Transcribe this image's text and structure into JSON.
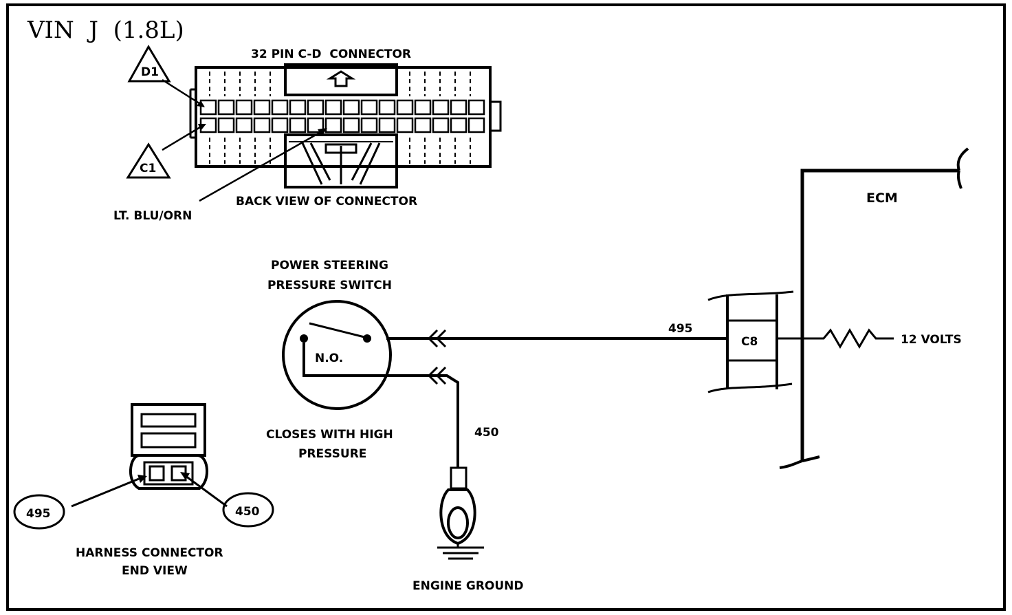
{
  "title": "VIN  J  (1.8L)",
  "connector": {
    "name": "32 PIN C-D  CONNECTOR",
    "back_view": "BACK VIEW OF CONNECTOR",
    "pin_d1": "D1",
    "pin_c1": "C1",
    "wire_color": "LT. BLU/ORN"
  },
  "ecm": {
    "label": "ECM",
    "pin": "C8",
    "supply": "12 VOLTS"
  },
  "switch": {
    "name_line1": "POWER STEERING",
    "name_line2": "PRESSURE SWITCH",
    "state": "N.O.",
    "note_line1": "CLOSES WITH HIGH",
    "note_line2": "PRESSURE"
  },
  "circuits": {
    "signal": "495",
    "ground": "450"
  },
  "harness": {
    "label_line1": "HARNESS CONNECTOR",
    "label_line2": "END VIEW",
    "pin_left": "495",
    "pin_right": "450"
  },
  "ground_label": "ENGINE GROUND"
}
